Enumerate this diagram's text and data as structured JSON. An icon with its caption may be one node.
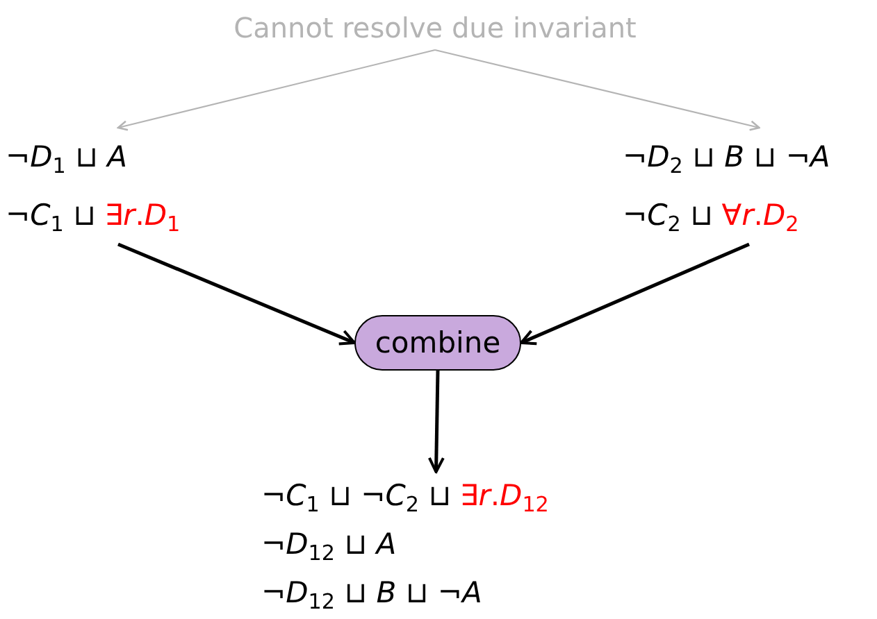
{
  "diagram": {
    "nodes": [
      {
        "text": [
          "Cannot resolve due invariant"
        ]
      },
      {
        "text": [
          "¬*D*$_{1}$ ⊔ *A*",
          "¬*C*$_{1}$ ⊔",
          "∃*r*.*D*$_{1}$"
        ]
      },
      {
        "text": [
          "¬*D*$_{2}$ ⊔ *B* ⊔ ¬*A*",
          "¬*C*$_{2}$ ⊔",
          "∀*r*.*D*$_{2}$"
        ]
      },
      {
        "text": [
          "combine"
        ]
      },
      {
        "text": [
          "¬*C*$_{1}$ ⊔ ¬*C*$_{2}$ ⊔",
          "∃*r*.*D*$_{12}$",
          "¬*D*$_{12}$ ⊔ *A*",
          "¬*D*$_{12}$ ⊔ *B* ⊔ ¬*A*"
        ]
      }
    ],
    "edges": [
      {
        "from": 0,
        "to": 1,
        "arrow": "to",
        "color": "#b4b4b4"
      },
      {
        "from": 0,
        "to": 2,
        "arrow": "to",
        "color": "#b4b4b4"
      },
      {
        "from": 1,
        "to": 3,
        "arrow": "to"
      },
      {
        "from": 2,
        "to": 3,
        "arrow": "to"
      },
      {
        "from": 3,
        "to": 4,
        "arrow": "to"
      }
    ]
  }
}
